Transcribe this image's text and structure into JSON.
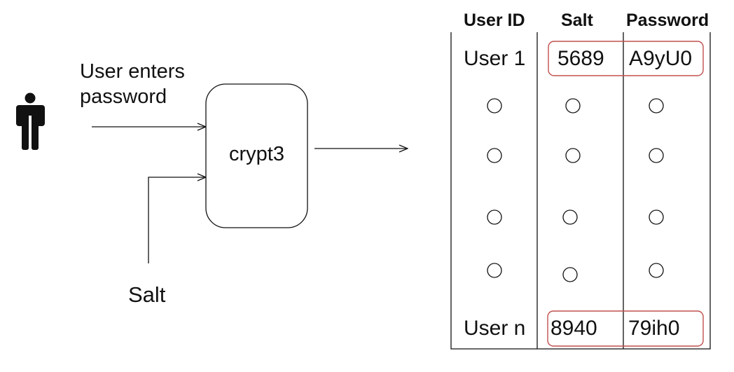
{
  "left": {
    "user_enters_line1": "User enters",
    "user_enters_line2": "password",
    "salt_label": "Salt",
    "process_label": "crypt3"
  },
  "table": {
    "headers": [
      "User ID",
      "Salt",
      "Password"
    ],
    "rows": [
      {
        "user": "User 1",
        "salt": "5689",
        "password": "A9yU0"
      },
      {
        "user": "User n",
        "salt": "8940",
        "password": "79ih0"
      }
    ]
  },
  "colors": {
    "line": "#111111",
    "highlight": "#c0504d",
    "background": "#ffffff"
  },
  "icons": [
    "person-icon",
    "ellipsis-circle-icon"
  ]
}
